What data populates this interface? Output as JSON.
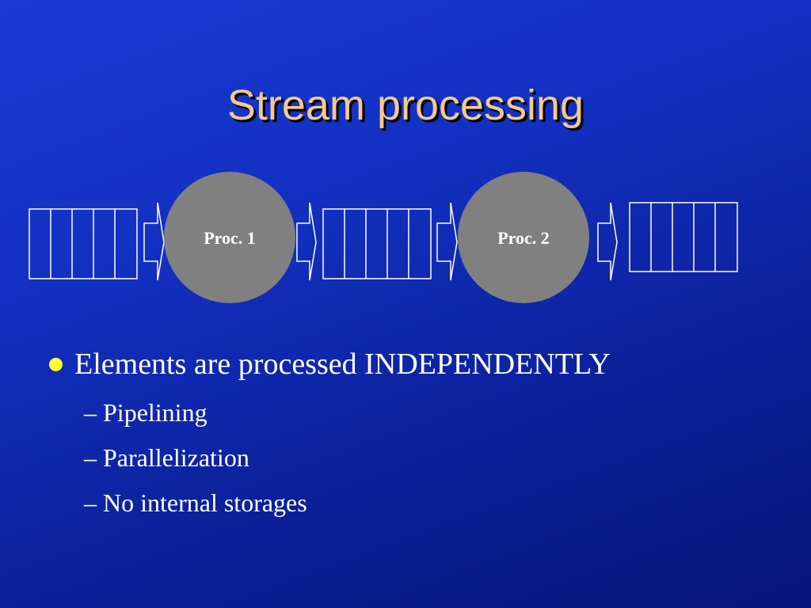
{
  "slide": {
    "title": "Stream processing"
  },
  "diagram": {
    "processors": [
      {
        "label": "Proc. 1"
      },
      {
        "label": "Proc. 2"
      }
    ]
  },
  "bullets": {
    "main": "Elements are processed INDEPENDENTLY",
    "sub": [
      {
        "dash": "–",
        "text": "Pipelining"
      },
      {
        "dash": "–",
        "text": "Parallelization"
      },
      {
        "dash": "–",
        "text": "No internal storages"
      }
    ]
  },
  "colors": {
    "title": "#f6c98a",
    "processor_fill": "#808080",
    "bullet_dot": "#ffff33"
  }
}
